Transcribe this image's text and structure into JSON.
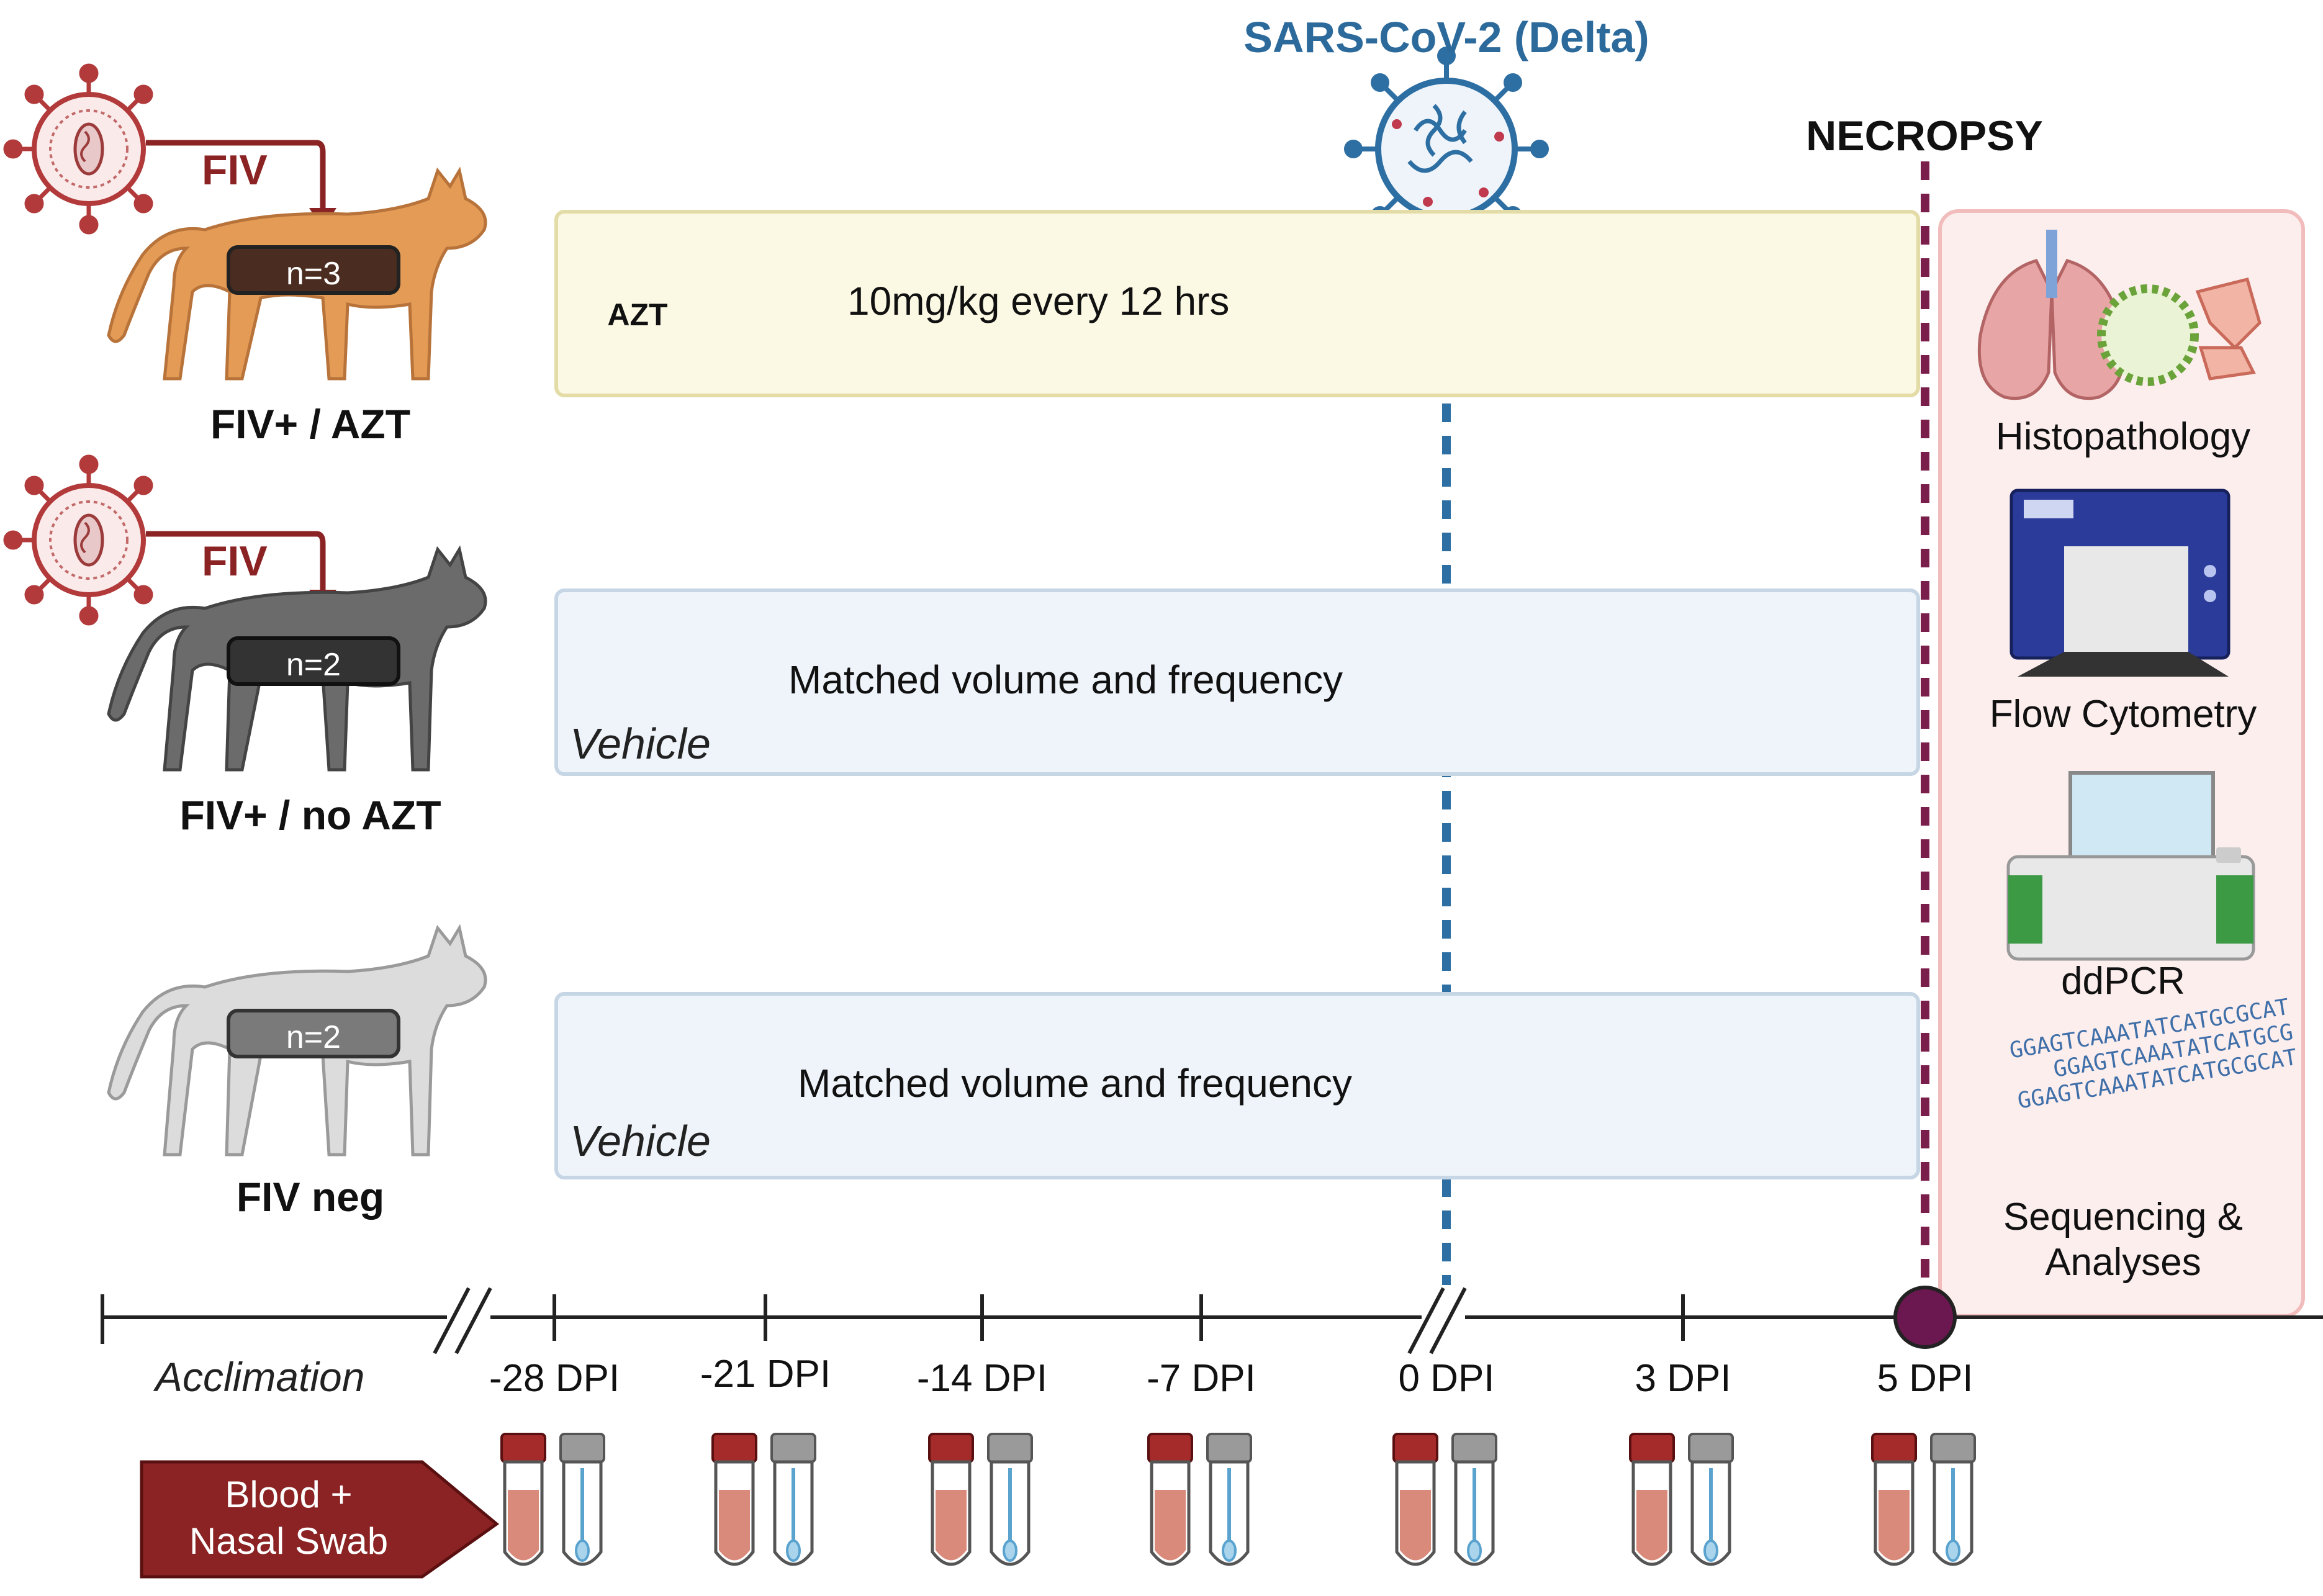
{
  "virus": {
    "label": "SARS-CoV-2 (Delta)",
    "color": "#2c6a9b"
  },
  "necropsy": {
    "label": "NECROPSY",
    "color": "#7a1f4b"
  },
  "groups": [
    {
      "name": "FIV+ / AZT",
      "n": "n=3",
      "fiv_label": "FIV",
      "cat_color": "#e39b55"
    },
    {
      "name": "FIV+ / no AZT",
      "n": "n=2",
      "fiv_label": "FIV",
      "cat_color": "#6b6b6b"
    },
    {
      "name": "FIV neg",
      "n": "n=2",
      "cat_color": "#d9d9d9"
    }
  ],
  "treatments": [
    {
      "icon": "azt-bottle-icon",
      "icon_label": "AZT",
      "text": "10mg/kg every 12 hrs",
      "fill": "#fbf8e3",
      "border": "#e3dca6"
    },
    {
      "icon": "droplet-icon",
      "icon_label": "Vehicle",
      "text": "Matched volume and frequency",
      "fill": "#eef4fa",
      "border": "#c6d6e5"
    },
    {
      "icon": "droplet-icon",
      "icon_label": "Vehicle",
      "text": "Matched volume and frequency",
      "fill": "#eef4fa",
      "border": "#c6d6e5"
    }
  ],
  "timeline": {
    "acclimation_label": "Acclimation",
    "ticks": [
      "-28 DPI",
      "-21 DPI",
      "-14 DPI",
      "-7 DPI",
      "0 DPI",
      "3 DPI",
      "5 DPI"
    ]
  },
  "sampling": {
    "label_line1": "Blood +",
    "label_line2": "Nasal Swab",
    "color": "#8b2324"
  },
  "analyses": [
    {
      "icon": "histopathology-icon",
      "label": "Histopathology"
    },
    {
      "icon": "flow-cytometer-icon",
      "label": "Flow Cytometry"
    },
    {
      "icon": "ddpcr-machine-icon",
      "label": "ddPCR"
    },
    {
      "icon": "dna-sequence-icon",
      "label_line1": "Sequencing &",
      "label_line2": "Analyses",
      "seq_lines": [
        "GGAGTCAAATATCATGCGCAT",
        "GGAGTCAAATATCATGCG",
        "GGAGTCAAATATCATGCGCAT"
      ]
    }
  ],
  "panel_color": "#fdeeee"
}
